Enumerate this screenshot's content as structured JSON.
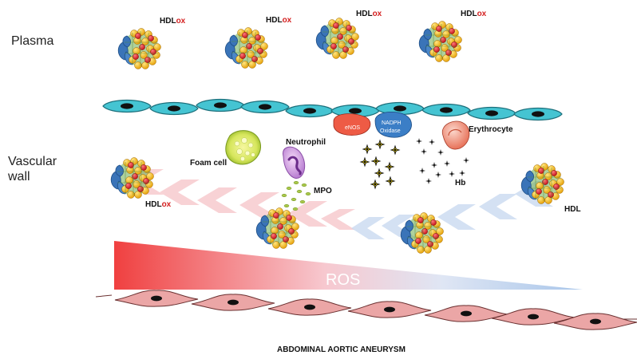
{
  "labels": {
    "plasma": "Plasma",
    "vascular_line1": "Vascular",
    "vascular_line2": "wall",
    "hdl_prefix": "HDL",
    "ox_suffix": "ox",
    "hdl": "HDL",
    "foam_cell": "Foam cell",
    "neutrophil": "Neutrophil",
    "mpo": "MPO",
    "enos": "eNOS",
    "nadph_line1": "NADPH",
    "nadph_line2": "Oxidase",
    "erythrocyte": "Erythrocyte",
    "hb": "Hb",
    "ros": "ROS",
    "footer": "ABDOMINAL AORTIC ANEURYSM"
  },
  "colors": {
    "ox_red": "#d42020",
    "endothelial": "#3fc2d0",
    "smooth_muscle": "#e9a0a0",
    "ros_red": "#f04848",
    "ros_blue": "#a9c6ea"
  }
}
